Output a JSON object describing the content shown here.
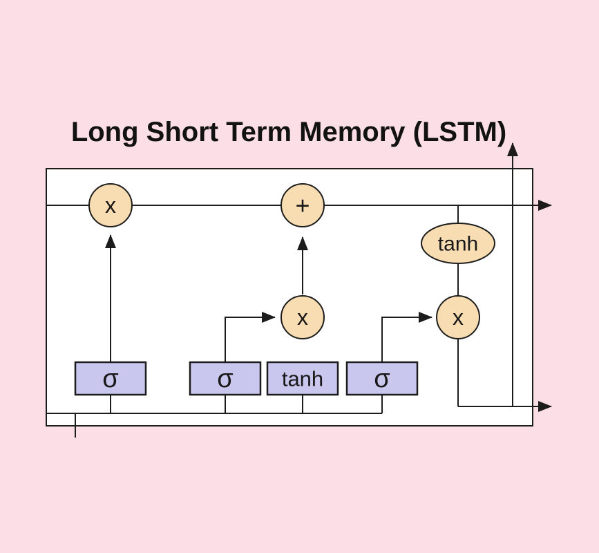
{
  "title": "Long Short Term Memory (LSTM)",
  "colors": {
    "background": "#fbdee6",
    "cell_background": "#ffffff",
    "operation_fill": "#f8dcb2",
    "gate_fill": "#cac7ef",
    "line": "#1c1c1c",
    "gate_stroke": "#2d2d2d"
  },
  "nodes": {
    "forget_multiply": "x",
    "add": "+",
    "input_multiply": "x",
    "output_multiply": "x",
    "tanh_activation": "tanh"
  },
  "gates": {
    "forget": "σ",
    "input": "σ",
    "candidate": "tanh",
    "output": "σ"
  }
}
